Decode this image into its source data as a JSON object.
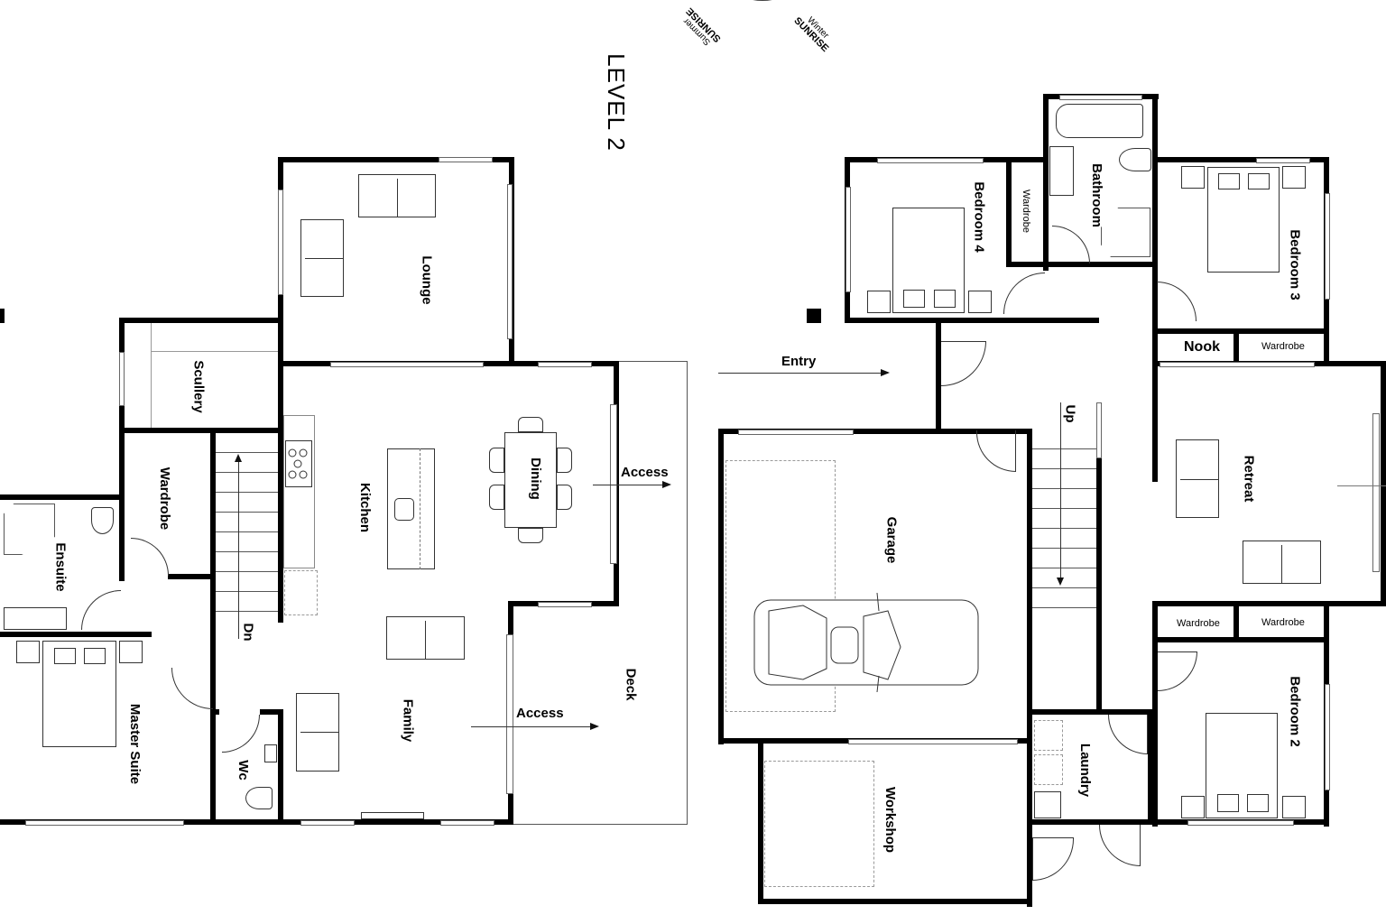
{
  "title": "LEVEL 2",
  "compass": {
    "left_label_small": "Summer",
    "left_label_big": "SUNRISE",
    "right_label_small": "Winter",
    "right_label_big": "SUNRISE"
  },
  "rooms": {
    "lounge": "Lounge",
    "scullery": "Scullery",
    "kitchen": "Kitchen",
    "dining": "Dining",
    "wardrobe_left": "Wardrobe",
    "ensuite": "Ensuite",
    "master_suite": "Master Suite",
    "wc": "Wc",
    "family": "Family",
    "deck": "Deck",
    "bedroom4": "Bedroom 4",
    "wardrobe_bed4": "Wardrobe",
    "bathroom": "Bathroom",
    "bedroom3": "Bedroom 3",
    "nook": "Nook",
    "wardrobe_bed3": "Wardrobe",
    "retreat": "Retreat",
    "wardrobe_retreat_left": "Wardrobe",
    "wardrobe_retreat_right": "Wardrobe",
    "bedroom2": "Bedroom 2",
    "garage": "Garage",
    "laundry": "Laundry",
    "workshop": "Workshop"
  },
  "annotations": {
    "access_dining": "Access",
    "access_family": "Access",
    "entry": "Entry",
    "stairs_down": "Dn",
    "stairs_up": "Up"
  }
}
